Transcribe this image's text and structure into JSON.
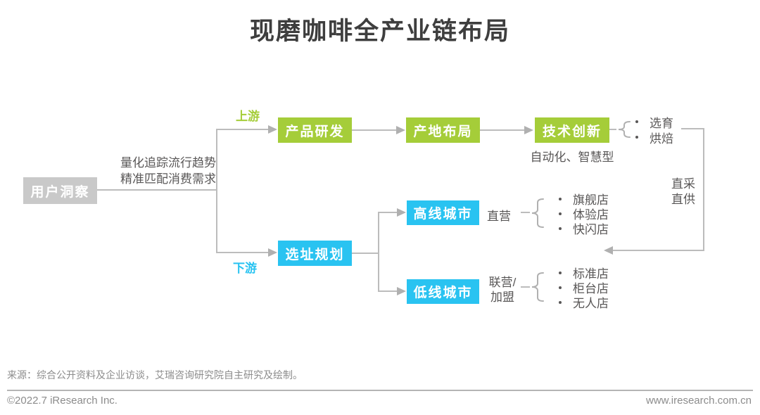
{
  "title": "现磨咖啡全产业链布局",
  "colors": {
    "green": "#a5cd39",
    "blue": "#29c3f1",
    "gray_box": "#c9c9c9",
    "line": "#b0b0b0",
    "text": "#595757",
    "title": "#3e3e3e"
  },
  "nodes": {
    "user_insight": "用户洞察",
    "insight_note_line1": "量化追踪流行趋势",
    "insight_note_line2": "精准匹配消费需求",
    "upstream_label": "上游",
    "downstream_label": "下游",
    "product_rd": "产品研发",
    "origin_layout": "产地布局",
    "tech_innovation": "技术创新",
    "tech_note": "自动化、智慧型",
    "tech_items": [
      "选育",
      "烘焙"
    ],
    "direct_line1": "直采",
    "direct_line2": "直供",
    "site_planning": "选址规划",
    "high_tier_city": "高线城市",
    "high_tier_mode": "直营",
    "high_tier_stores": [
      "旗舰店",
      "体验店",
      "快闪店"
    ],
    "low_tier_city": "低线城市",
    "low_tier_mode_line1": "联营/",
    "low_tier_mode_line2": "加盟",
    "low_tier_stores": [
      "标准店",
      "柜台店",
      "无人店"
    ]
  },
  "footer": {
    "source": "来源：综合公开资料及企业访谈，艾瑞咨询研究院自主研究及绘制。",
    "copyright": "©2022.7 iResearch Inc.",
    "website": "www.iresearch.com.cn"
  }
}
